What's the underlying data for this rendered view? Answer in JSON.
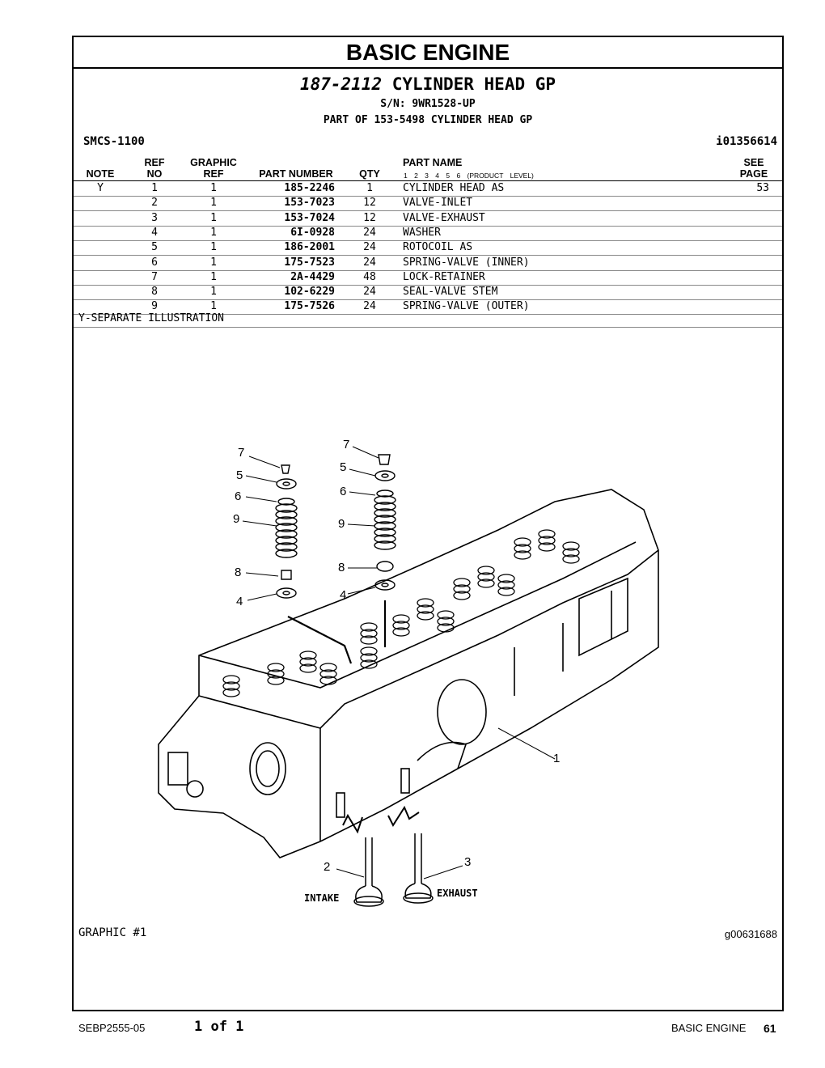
{
  "section_title": "BASIC ENGINE",
  "group": {
    "part_number": "187-2112",
    "name": "CYLINDER HEAD GP",
    "serial": "S/N: 9WR1528-UP",
    "part_of": "PART OF 153-5498 CYLINDER HEAD GP"
  },
  "smcs": "SMCS-1100",
  "doc_id": "i01356614",
  "columns": {
    "note": "NOTE",
    "ref_top": "REF",
    "ref_bottom": "NO",
    "graphic_top": "GRAPHIC",
    "graphic_bottom": "REF",
    "part_number": "PART NUMBER",
    "qty": "QTY",
    "part_name": "PART NAME",
    "levels": "1 2 3 4 5 6 (PRODUCT LEVEL)",
    "see_top": "SEE",
    "see_bottom": "PAGE"
  },
  "rows": [
    {
      "note": "Y",
      "ref": "1",
      "gref": "1",
      "pn": "185-2246",
      "qty": "1",
      "name": "CYLINDER HEAD AS",
      "see": "53"
    },
    {
      "note": "",
      "ref": "2",
      "gref": "1",
      "pn": "153-7023",
      "qty": "12",
      "name": "VALVE-INLET",
      "see": ""
    },
    {
      "note": "",
      "ref": "3",
      "gref": "1",
      "pn": "153-7024",
      "qty": "12",
      "name": "VALVE-EXHAUST",
      "see": ""
    },
    {
      "note": "",
      "ref": "4",
      "gref": "1",
      "pn": "6I-0928",
      "qty": "24",
      "name": "WASHER",
      "see": ""
    },
    {
      "note": "",
      "ref": "5",
      "gref": "1",
      "pn": "186-2001",
      "qty": "24",
      "name": "ROTOCOIL AS",
      "see": ""
    },
    {
      "note": "",
      "ref": "6",
      "gref": "1",
      "pn": "175-7523",
      "qty": "24",
      "name": "SPRING-VALVE (INNER)",
      "see": ""
    },
    {
      "note": "",
      "ref": "7",
      "gref": "1",
      "pn": "2A-4429",
      "qty": "48",
      "name": "LOCK-RETAINER",
      "see": ""
    },
    {
      "note": "",
      "ref": "8",
      "gref": "1",
      "pn": "102-6229",
      "qty": "24",
      "name": "SEAL-VALVE STEM",
      "see": ""
    },
    {
      "note": "",
      "ref": "9",
      "gref": "1",
      "pn": "175-7526",
      "qty": "24",
      "name": "SPRING-VALVE (OUTER)",
      "see": ""
    }
  ],
  "note_text": "Y-SEPARATE ILLUSTRATION",
  "illustration": {
    "callouts": [
      "7",
      "5",
      "6",
      "9",
      "8",
      "4",
      "1",
      "2",
      "3"
    ],
    "intake_label": "INTAKE",
    "exhaust_label": "EXHAUST"
  },
  "graphic_label": "GRAPHIC #1",
  "graphic_id": "g00631688",
  "footer": {
    "doc": "SEBP2555-05",
    "page_of": "1 of 1",
    "section": "BASIC ENGINE",
    "page": "61"
  }
}
